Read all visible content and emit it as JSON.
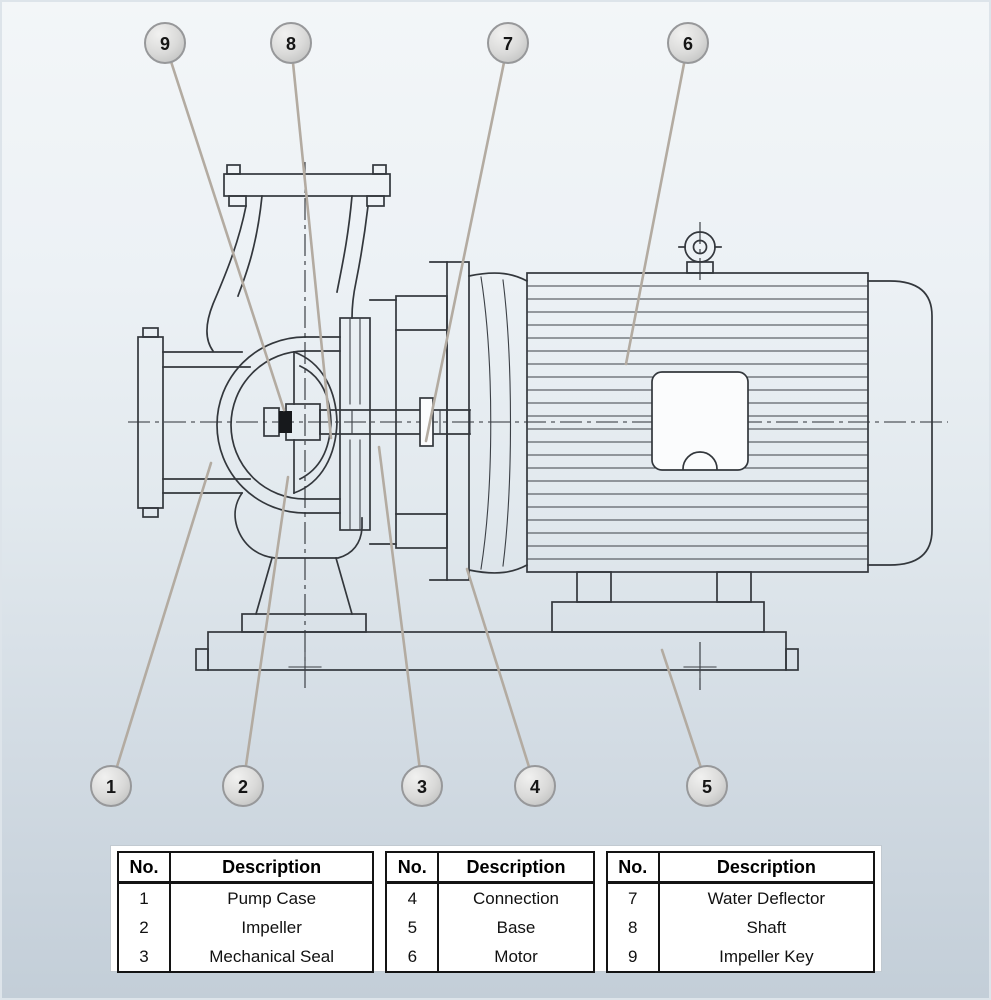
{
  "callouts": [
    {
      "label": "9"
    },
    {
      "label": "8"
    },
    {
      "label": "7"
    },
    {
      "label": "6"
    },
    {
      "label": "1"
    },
    {
      "label": "2"
    },
    {
      "label": "3"
    },
    {
      "label": "4"
    },
    {
      "label": "5"
    }
  ],
  "tables": [
    {
      "headers": [
        "No.",
        "Description"
      ],
      "rows": [
        [
          "1",
          "Pump Case"
        ],
        [
          "2",
          "Impeller"
        ],
        [
          "3",
          "Mechanical Seal"
        ]
      ]
    },
    {
      "headers": [
        "No.",
        "Description"
      ],
      "rows": [
        [
          "4",
          "Connection"
        ],
        [
          "5",
          "Base"
        ],
        [
          "6",
          "Motor"
        ]
      ]
    },
    {
      "headers": [
        "No.",
        "Description"
      ],
      "rows": [
        [
          "7",
          "Water Deflector"
        ],
        [
          "8",
          "Shaft"
        ],
        [
          "9",
          "Impeller Key"
        ]
      ]
    }
  ],
  "colors": {
    "drawing_line": "#33373c",
    "leader_line": "#b3aba1",
    "callout_fill": "#d6d6d5",
    "callout_border": "#97989a",
    "background_top": "#f3f6f8",
    "background_bottom": "#c3ced8",
    "table_border": "#141414"
  }
}
